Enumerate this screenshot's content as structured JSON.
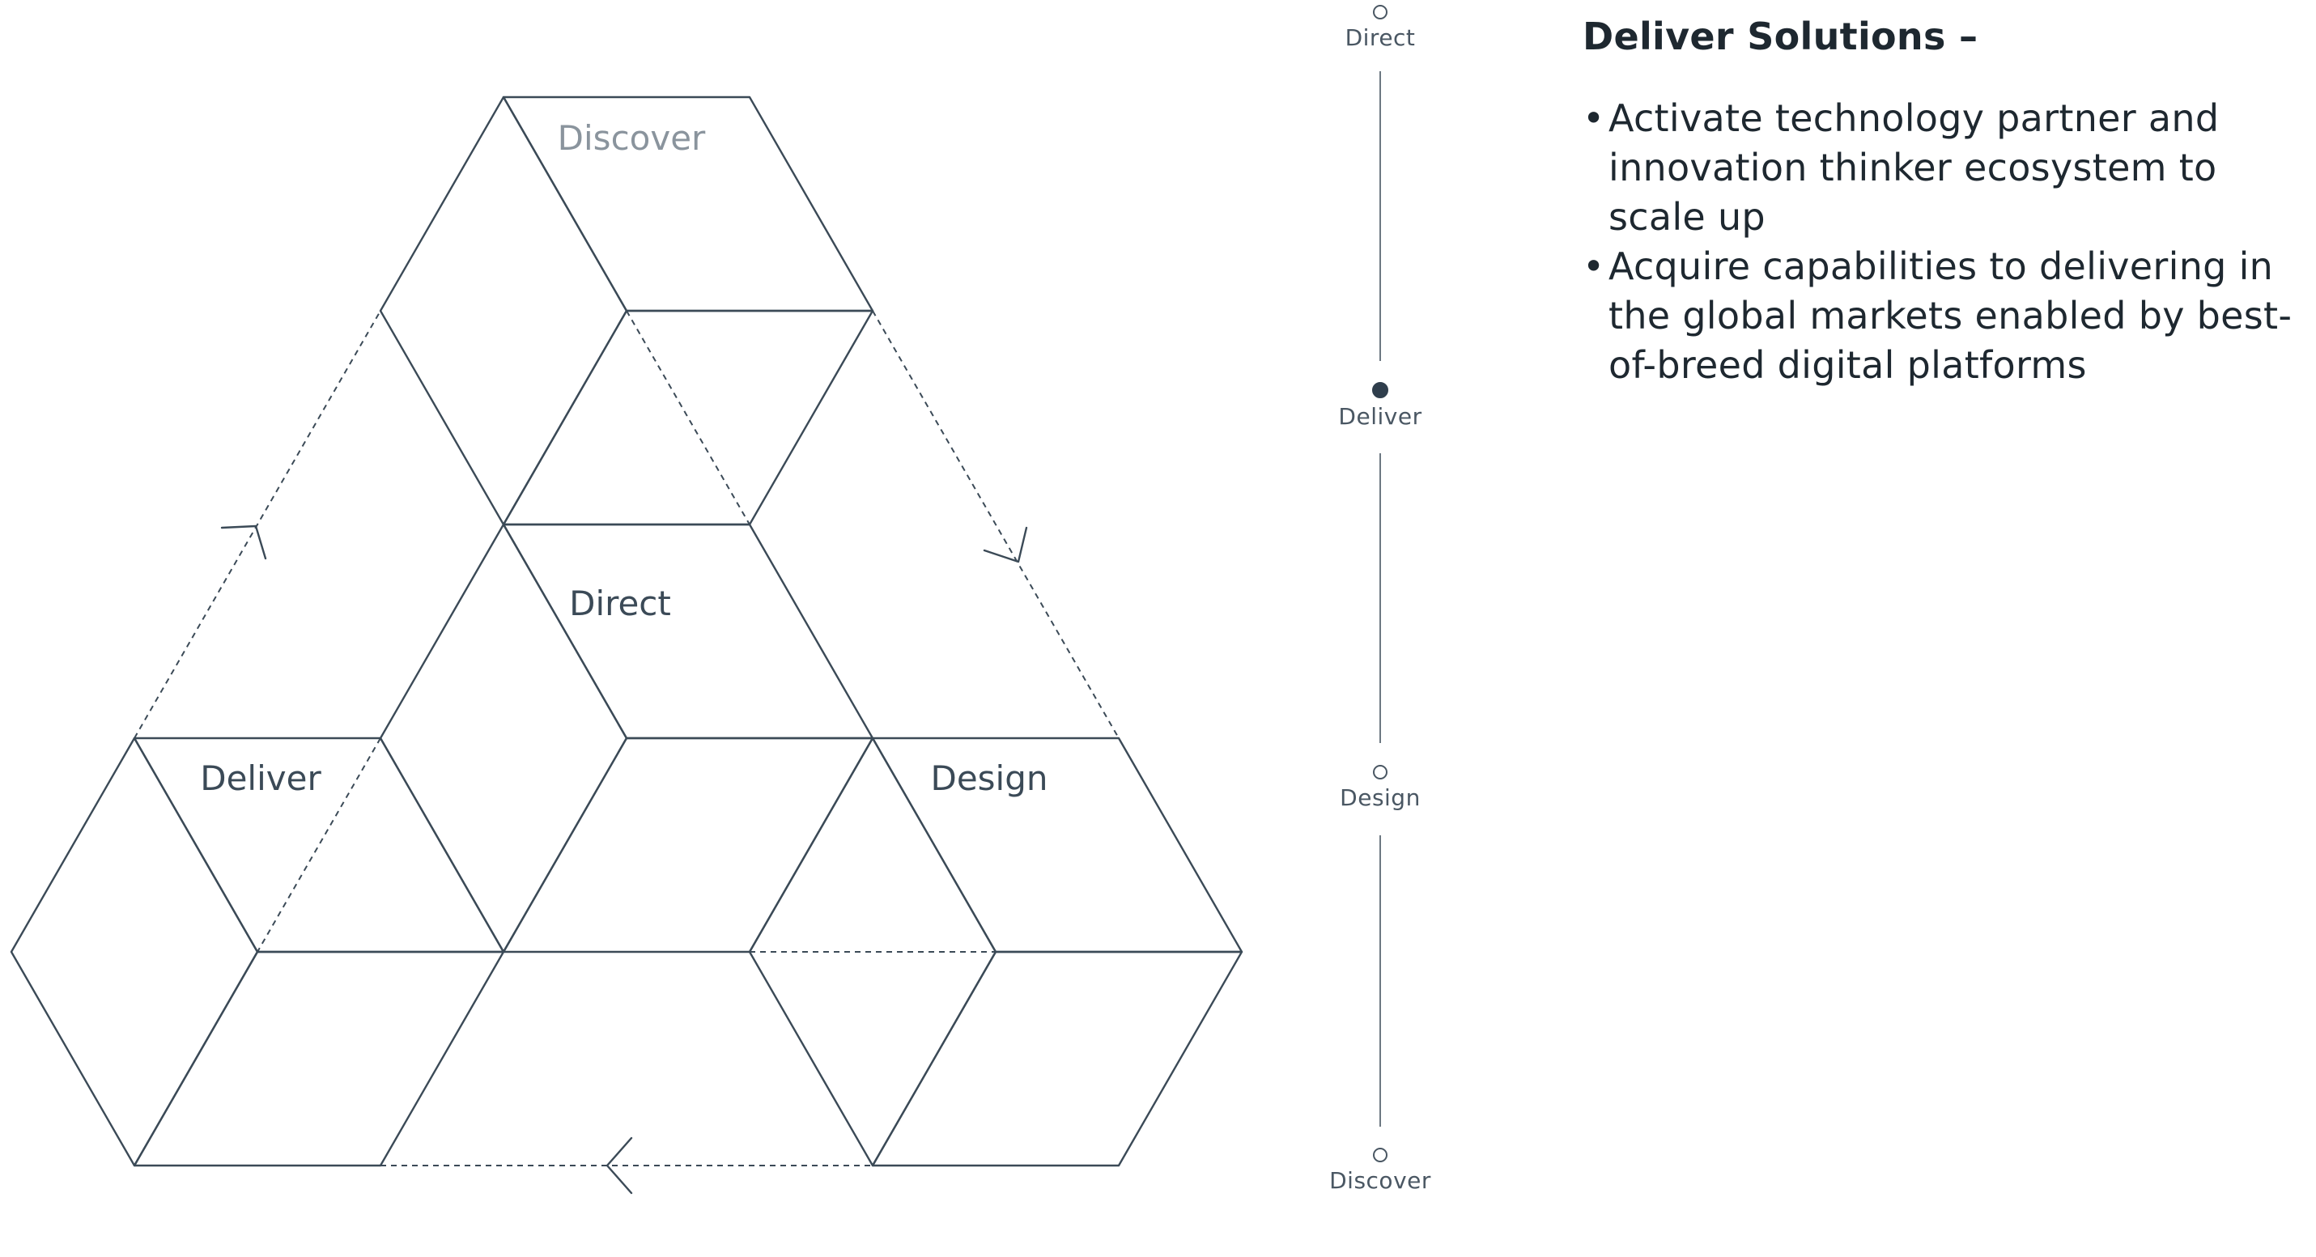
{
  "diagram": {
    "labels": {
      "discover": "Discover",
      "direct": "Direct",
      "deliver": "Deliver",
      "design": "Design"
    },
    "line_color": "#3b4a57",
    "faded_label_color": "#8a949d",
    "arrow_icons": [
      "arrow-up-right-icon",
      "arrow-down-right-icon",
      "arrow-left-icon"
    ]
  },
  "timeline": {
    "nodes": [
      {
        "label": "Direct",
        "active": false
      },
      {
        "label": "Deliver",
        "active": true
      },
      {
        "label": "Design",
        "active": false
      },
      {
        "label": "Discover",
        "active": false
      }
    ],
    "active_color": "#2f3e4c"
  },
  "panel": {
    "title": "Deliver Solutions –",
    "bullets": [
      "Activate technology partner and innovation thinker ecosystem to scale up",
      "Acquire capabilities to delivering in the global markets enabled by best-of-breed digital platforms"
    ]
  }
}
